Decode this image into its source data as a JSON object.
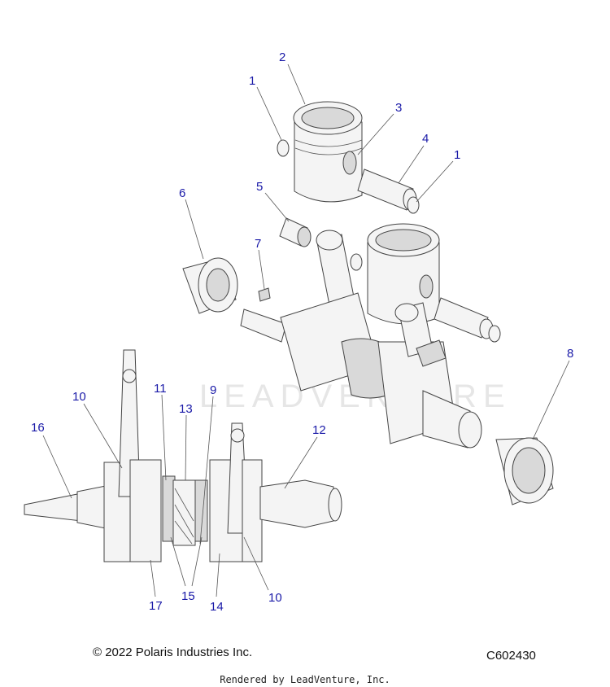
{
  "watermark": "LEADVENTURE",
  "copyright": "© 2022 Polaris Industries Inc.",
  "diagram_code": "C602430",
  "rendered_by": "Rendered by LeadVenture, Inc.",
  "callouts": [
    {
      "id": "c1a",
      "label": "1"
    },
    {
      "id": "c2",
      "label": "2"
    },
    {
      "id": "c3",
      "label": "3"
    },
    {
      "id": "c4",
      "label": "4"
    },
    {
      "id": "c1b",
      "label": "1"
    },
    {
      "id": "c5",
      "label": "5"
    },
    {
      "id": "c6",
      "label": "6"
    },
    {
      "id": "c7",
      "label": "7"
    },
    {
      "id": "c8",
      "label": "8"
    },
    {
      "id": "c9",
      "label": "9"
    },
    {
      "id": "c10a",
      "label": "10"
    },
    {
      "id": "c11",
      "label": "11"
    },
    {
      "id": "c12",
      "label": "12"
    },
    {
      "id": "c13",
      "label": "13"
    },
    {
      "id": "c16",
      "label": "16"
    },
    {
      "id": "c17",
      "label": "17"
    },
    {
      "id": "c15",
      "label": "15"
    },
    {
      "id": "c14",
      "label": "14"
    },
    {
      "id": "c10b",
      "label": "10"
    }
  ],
  "callout_color": "#1a1aa8"
}
